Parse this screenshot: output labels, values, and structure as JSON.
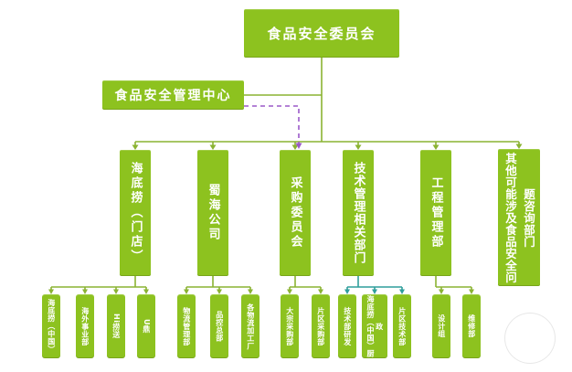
{
  "org": {
    "committee": "食品安全委员会",
    "management_center": "食品安全管理中心",
    "departments": [
      {
        "label": "海底捞（门店）"
      },
      {
        "label": "蜀海公司"
      },
      {
        "label": "采购委员会"
      },
      {
        "label": "技术管理相关部门"
      },
      {
        "label": "工程管理部"
      },
      {
        "label": "其他可能涉及食品安全问题咨询部门"
      }
    ],
    "subunits": [
      {
        "label": "海底捞（中国）"
      },
      {
        "label": "海外事业部"
      },
      {
        "label": "Hi捞送"
      },
      {
        "label": "U鼎"
      },
      {
        "label": "物流管理部"
      },
      {
        "label": "品控总部"
      },
      {
        "label": "各物流加工厂"
      },
      {
        "label": "大宗采购部"
      },
      {
        "label": "片区采购部"
      },
      {
        "label": "技术部研发"
      },
      {
        "label": "海底捞（中国）厨政"
      },
      {
        "label": "片区技术部"
      },
      {
        "label": "设计组"
      },
      {
        "label": "维修部"
      }
    ],
    "colors": {
      "box_green": "#8dc21f",
      "line_green": "#8ab332",
      "line_teal": "#2f9e9b",
      "dashed_purple": "#9b59c9",
      "text_white": "#ffffff"
    }
  }
}
